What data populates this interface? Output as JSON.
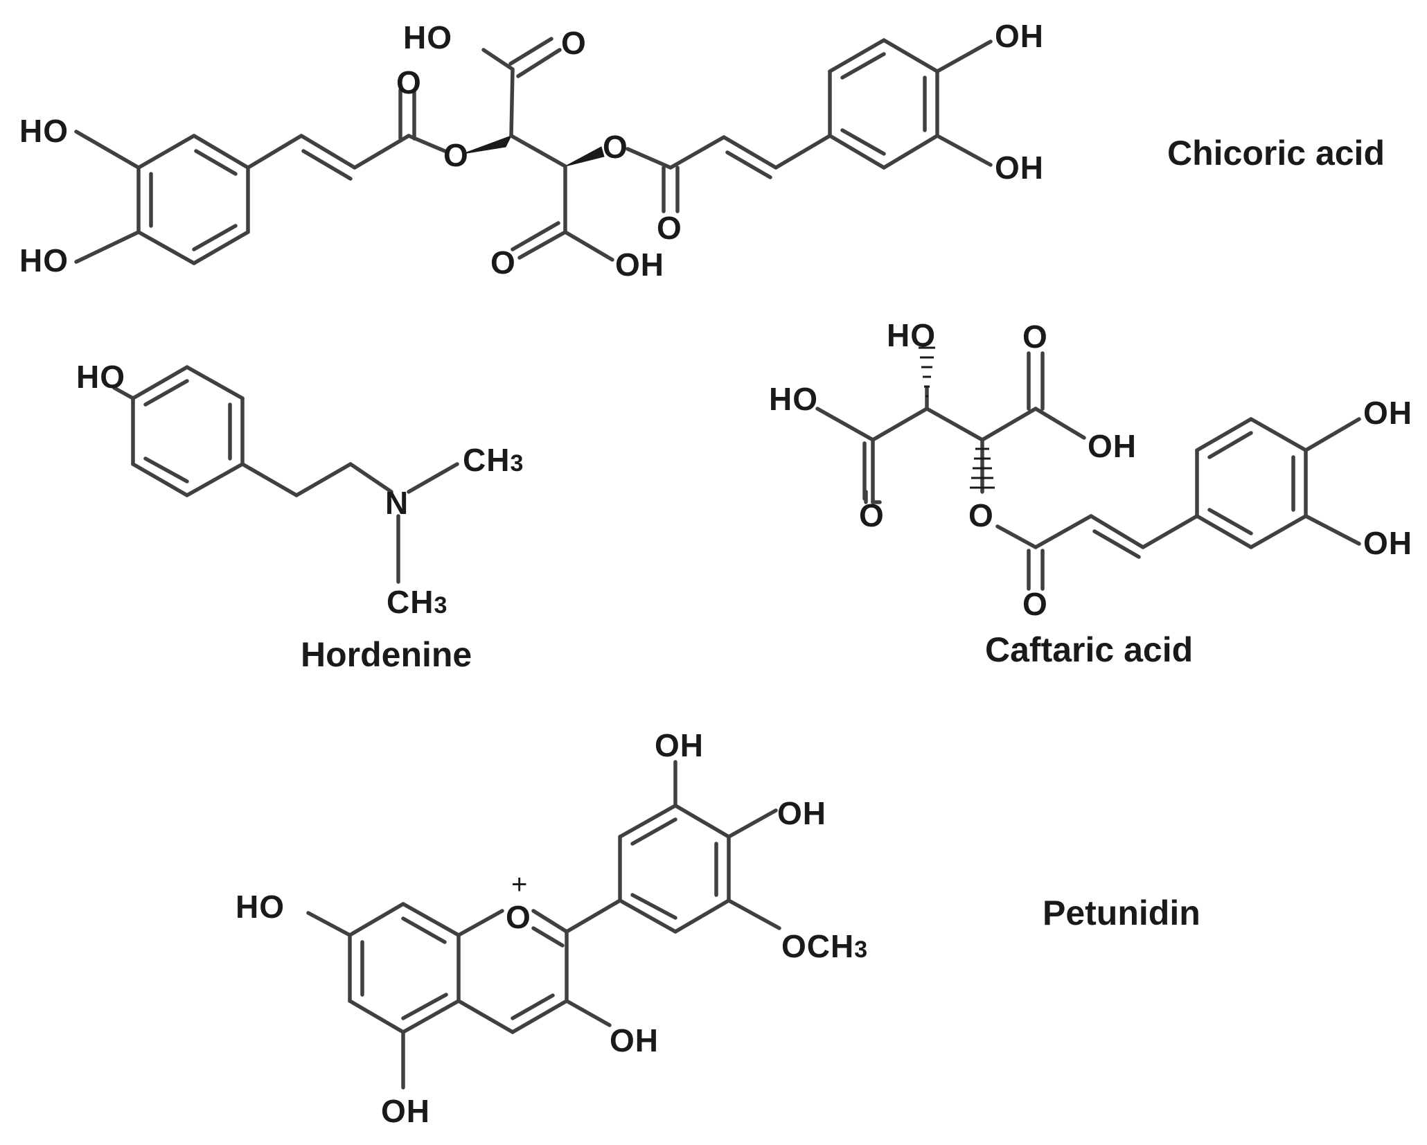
{
  "compounds": [
    {
      "name": "Chicoric acid"
    },
    {
      "name": "Hordenine"
    },
    {
      "name": "Caftaric acid"
    },
    {
      "name": "Petunidin"
    }
  ],
  "atoms": {
    "ho": "HO",
    "oh": "OH",
    "o": "O",
    "n": "N",
    "ch": "CH",
    "och": "OCH",
    "sub3": "3",
    "plus": "+"
  }
}
